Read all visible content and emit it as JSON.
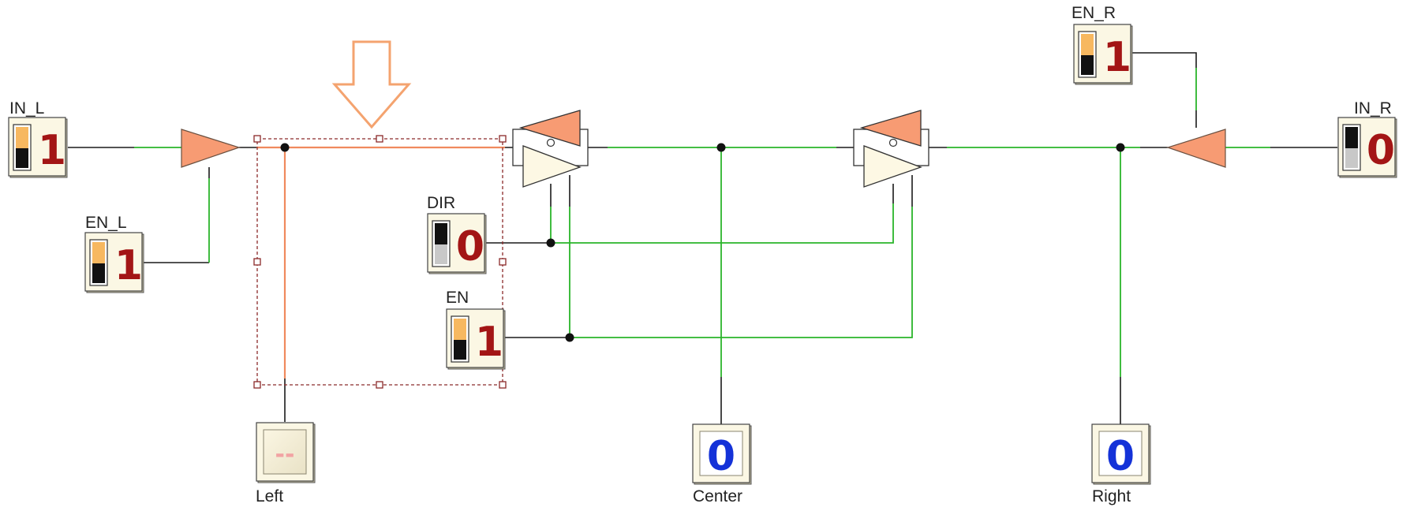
{
  "colors": {
    "wire_black": "#1a1a1a",
    "wire_green": "#2ab52a",
    "wire_selected": "#f08a5d",
    "buffer_fill": "#f79b73",
    "tristate_fill": "#fdf8e4",
    "input_digit": "#a31515",
    "output_digit": "#1432d8",
    "selection": "#8b2a2a",
    "arrow": "#f4a36f"
  },
  "inputs": {
    "in_l": {
      "label": "IN_L",
      "value": "1"
    },
    "en_l": {
      "label": "EN_L",
      "value": "1"
    },
    "dir": {
      "label": "DIR",
      "value": "0"
    },
    "en": {
      "label": "EN",
      "value": "1"
    },
    "en_r": {
      "label": "EN_R",
      "value": "1"
    },
    "in_r": {
      "label": "IN_R",
      "value": "0"
    }
  },
  "outputs": {
    "left": {
      "label": "Left",
      "value": "--"
    },
    "center": {
      "label": "Center",
      "value": "0"
    },
    "right": {
      "label": "Right",
      "value": "0"
    }
  },
  "icons": {
    "arrow": "down-arrow-icon",
    "switch": "toggle-switch-icon"
  }
}
